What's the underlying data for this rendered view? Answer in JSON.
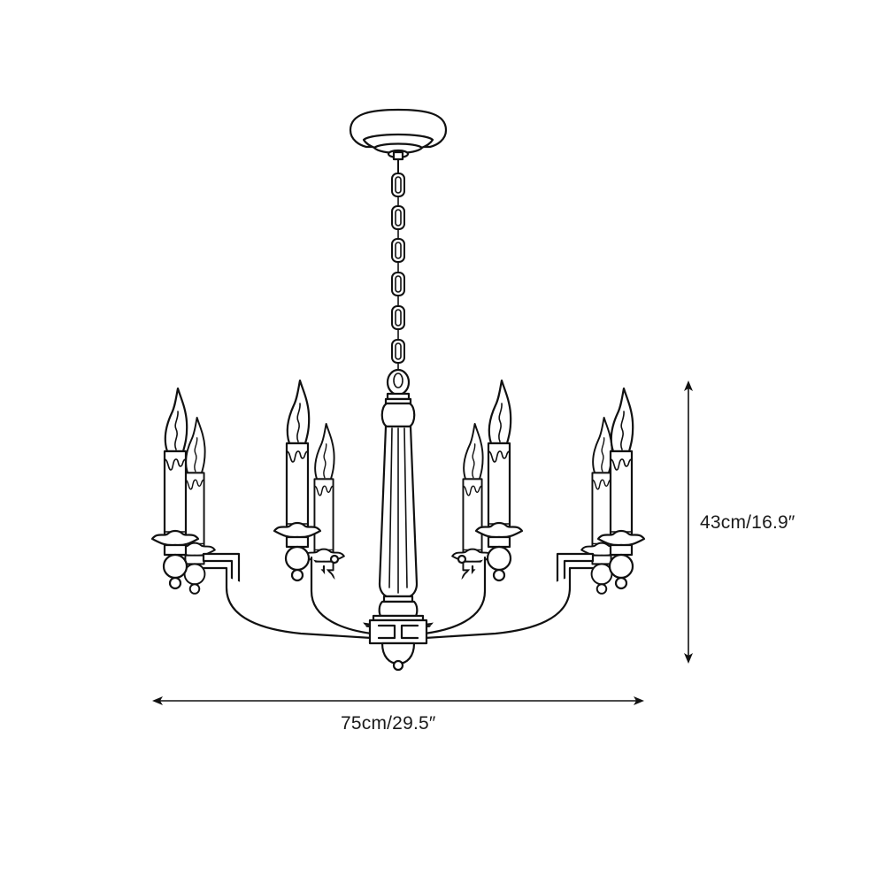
{
  "diagram": {
    "subject": "chandelier-line-drawing",
    "style": "black line art on white",
    "colors": {
      "background": "#ffffff",
      "line": "#111111",
      "text": "#1a1a1a"
    },
    "components": {
      "canopy": "ceiling canopy",
      "chain_links": 6,
      "body": "fluted central column with ball finial",
      "arms": 4,
      "candles": 8,
      "candle_details": [
        "flame bulb",
        "drip sleeve",
        "leaf bobeche",
        "ball pendant"
      ]
    },
    "dimensions": {
      "height": {
        "label": "43cm/16.9″",
        "value_cm": 43,
        "value_in": 16.9,
        "orientation": "vertical"
      },
      "width": {
        "label": "75cm/29.5″",
        "value_cm": 75,
        "value_in": 29.5,
        "orientation": "horizontal"
      }
    }
  }
}
